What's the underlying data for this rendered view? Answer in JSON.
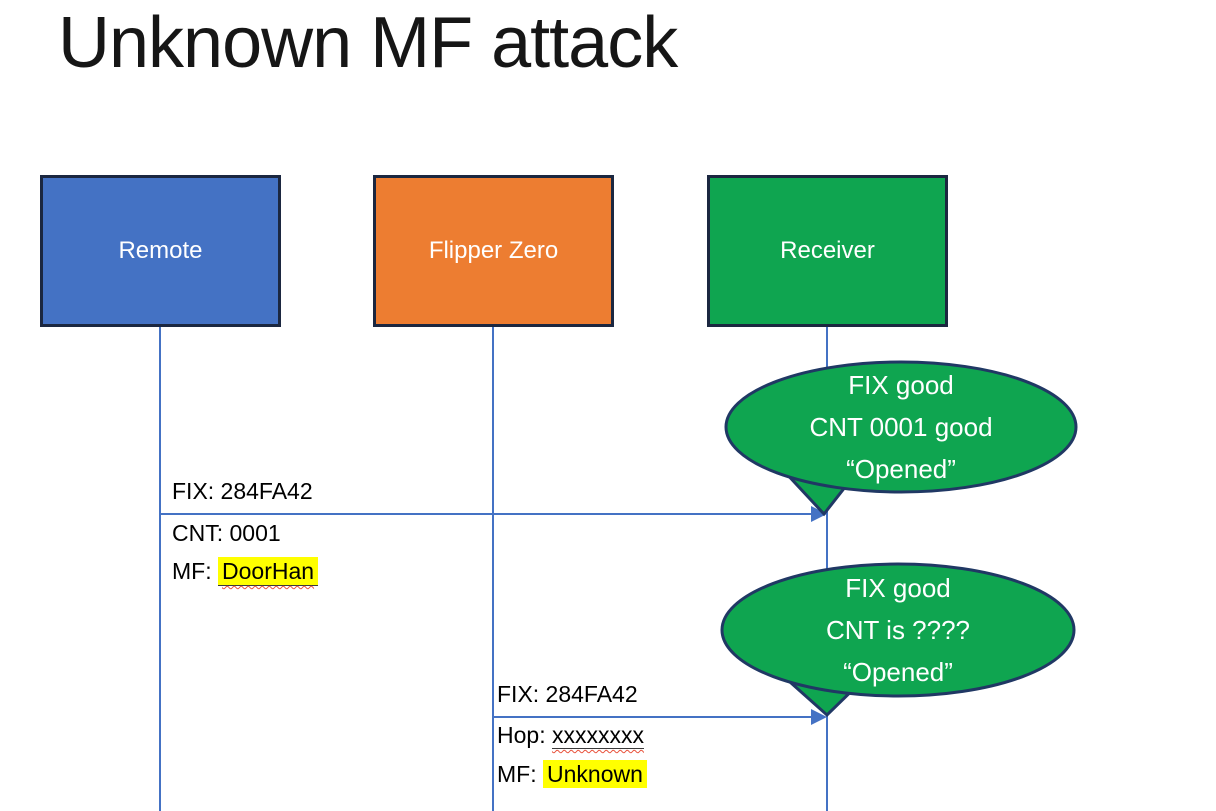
{
  "slide": {
    "title": "Unknown MF attack"
  },
  "actors": [
    {
      "label": "Remote",
      "fill": "#4472C4"
    },
    {
      "label": "Flipper Zero",
      "fill": "#ED7D31"
    },
    {
      "label": "Receiver",
      "fill": "#0FA550"
    }
  ],
  "messages": [
    {
      "from": "Remote",
      "to": "Receiver",
      "label_above": "FIX: 284FA42",
      "label_below_1": "CNT: 0001",
      "label_below_2_prefix": "MF:",
      "label_below_2_value": "DoorHan"
    },
    {
      "from": "Flipper Zero",
      "to": "Receiver",
      "label_above": "FIX: 284FA42",
      "label_below_1_prefix": "Hop:",
      "label_below_1_value": "xxxxxxxx",
      "label_below_2_prefix": "MF:",
      "label_below_2_value": "Unknown"
    }
  ],
  "callouts": [
    {
      "speaker": "Receiver",
      "lines": [
        "FIX good",
        "CNT 0001 good",
        "“Opened”"
      ]
    },
    {
      "speaker": "Receiver",
      "lines": [
        "FIX good",
        "CNT is ????",
        "“Opened”"
      ]
    }
  ],
  "colors": {
    "actor_blue": "#4472C4",
    "actor_orange": "#ED7D31",
    "actor_green": "#0FA550",
    "box_border": "#1B2740",
    "bubble_fill": "#0FA550",
    "bubble_border": "#203864",
    "connector_blue": "#4472C4",
    "highlight_yellow": "#FFFF00",
    "spellcheck_red": "#E8503A",
    "text_white": "#FFFFFF",
    "text_black": "#000000"
  }
}
